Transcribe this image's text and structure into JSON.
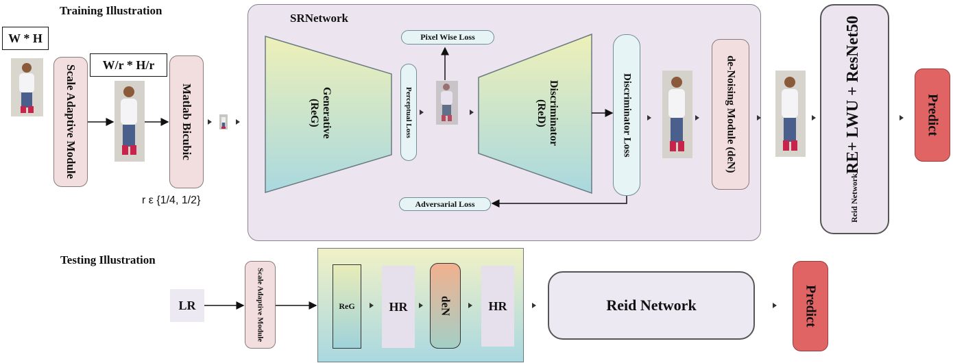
{
  "training": {
    "title": "Training Illustration",
    "input_size": "W * H",
    "scale_module": "Scale Adaptive Module",
    "reduced_size": "W/r * H/r",
    "bicubic": "Matlab Bicubic",
    "ratio": "r ε {1/4, 1/2}",
    "srnetwork": {
      "title": "SRNetwork",
      "generative": "Generative (ReG)",
      "perceptual_loss": "Perceptual Loss",
      "pixel_loss": "Pixel Wise Loss",
      "discriminator": "Discriminator (ReD)",
      "discriminator_loss": "Discriminator Loss",
      "adversarial_loss": "Adversarial Loss",
      "denoising": "de-Noising Module (deN)"
    },
    "reid_small": "Reid Network",
    "reid_big": "RE+ LWU + ResNet50",
    "predict": "Predict"
  },
  "testing": {
    "title": "Testing Illustration",
    "lr": "LR",
    "scale_module": "Scale Adaptive Module",
    "reg": "ReG",
    "hr1": "HR",
    "den": "deN",
    "hr2": "HR",
    "reid": "Reid Network",
    "predict": "Predict"
  },
  "colors": {
    "pink": "#f2dede",
    "lavender": "#ece4ef",
    "predict": "#e06464",
    "teal": "#a9d8df",
    "yellow": "#eef0b8"
  }
}
